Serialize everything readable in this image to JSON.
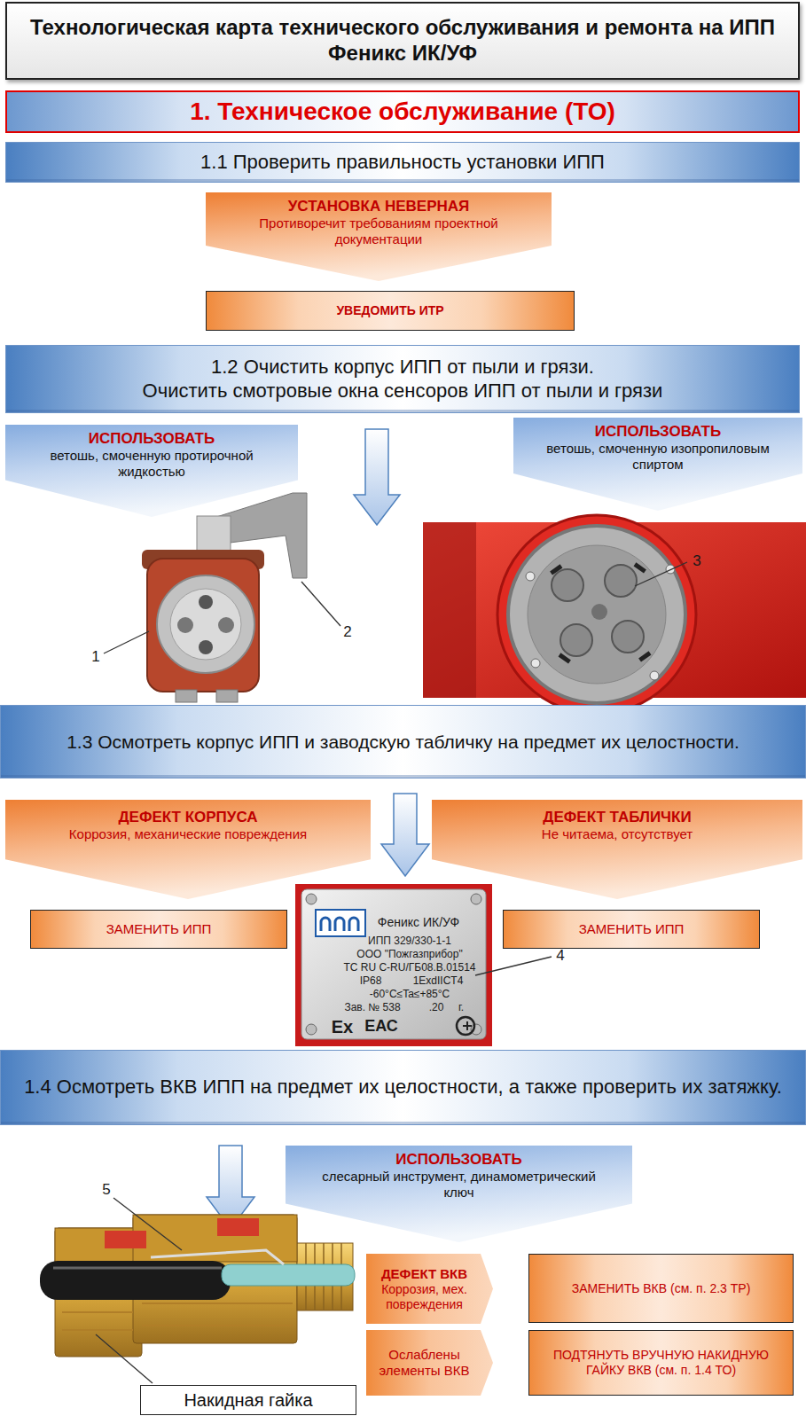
{
  "diagram": {
    "title": "Технологическая карта технического обслуживания и ремонта на ИПП Феникс ИК/УФ",
    "nodes": [
      {
        "text": [
          "1. Техническое обслуживание (ТО)"
        ]
      },
      {
        "text": [
          "1.1 Проверить правильность установки ИПП"
        ]
      },
      {
        "text": [
          "УСТАНОВКА НЕВЕРНАЯ",
          "Противоречит требованиям проектной документации"
        ]
      },
      {
        "text": [
          "УВЕДОМИТЬ ИТР"
        ]
      },
      {
        "text": [
          "1.2 Очистить корпус ИПП от пыли и грязи.",
          "Очистить смотровые окна сенсоров ИПП от пыли и грязи"
        ]
      },
      {
        "text": [
          "ИСПОЛЬЗОВАТЬ",
          "ветошь, смоченную протирочной жидкостью"
        ]
      },
      {
        "text": [
          "ИСПОЛЬЗОВАТЬ",
          "ветошь, смоченную изопропиловым спиртом"
        ]
      },
      {
        "text": [
          "1.3 Осмотреть корпус ИПП и заводскую табличку на предмет их целостности."
        ]
      },
      {
        "text": [
          "ДЕФЕКТ КОРПУСА",
          "Коррозия, механические повреждения"
        ]
      },
      {
        "text": [
          "ДЕФЕКТ ТАБЛИЧКИ",
          "Не читаема, отсутствует"
        ]
      },
      {
        "text": [
          "ЗАМЕНИТЬ ИПП"
        ]
      },
      {
        "text": [
          "ЗАМЕНИТЬ ИПП"
        ]
      },
      {
        "text": [
          "1.4 Осмотреть ВКВ ИПП на предмет их целостности, а также проверить их затяжку."
        ]
      },
      {
        "text": [
          "ИСПОЛЬЗОВАТЬ",
          "слесарный инструмент, динамометрический ключ"
        ]
      },
      {
        "text": [
          "ДЕФЕКТ ВКВ",
          "Коррозия, мех. повреждения"
        ]
      },
      {
        "text": [
          "ЗАМЕНИТЬ ВКВ (см. п. 2.3 ТР)"
        ]
      },
      {
        "text": [
          "Ослаблены элементы ВКВ"
        ]
      },
      {
        "text": [
          "ПОДТЯНУТЬ ВРУЧНУЮ НАКИДНУЮ ГАЙКУ ВКВ (см. п. 1.4 ТО)"
        ]
      },
      {
        "text": [
          "Накидная гайка"
        ]
      }
    ],
    "labels": [
      "1",
      "2",
      "3",
      "4",
      "5",
      "Феникс ИК/УФ",
      "ИПП 329/330-1-1",
      "ООО \"Пожгазприбор\"",
      "TC RU C-RU/ГБ08.В.01514",
      "IP68",
      "1ExdIICT4",
      "-60°C≤Ta≤+85°C",
      "Зав. № 538",
      ".20",
      "г.",
      "Ex",
      "ЕАС"
    ]
  }
}
